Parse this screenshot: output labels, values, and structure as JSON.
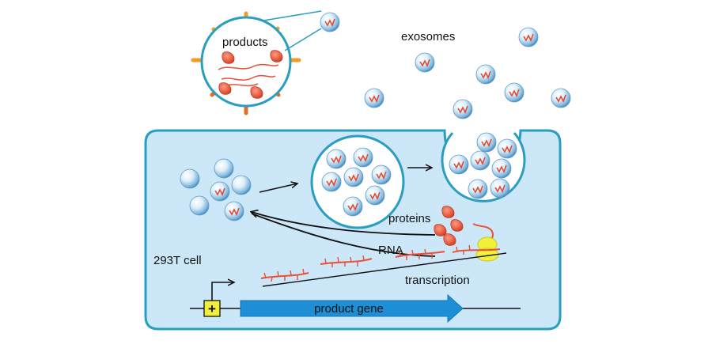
{
  "labels": {
    "products": "products",
    "exosomes": "exosomes",
    "proteins": "proteins",
    "rna": "RNA",
    "cell": "293T cell",
    "transcription": "transcription",
    "gene": "product gene",
    "promoter": "+"
  },
  "icons": {
    "exosome": "exosome-sphere-icon",
    "protein": "protein-blob-icon",
    "ribosome": "ribosome-icon",
    "promoter_arrow": "bent-arrow-icon"
  },
  "colors": {
    "cell_fill": "#cce7f7",
    "cell_border": "#2a9ec0",
    "gene_arrow": "#1e8fd6",
    "rna_strand": "#e8503a",
    "protein": "#e0503a",
    "ribosome": "#f3f03a",
    "promoter_box": "#f2ef3a",
    "marker_orange": "#f59a24"
  }
}
